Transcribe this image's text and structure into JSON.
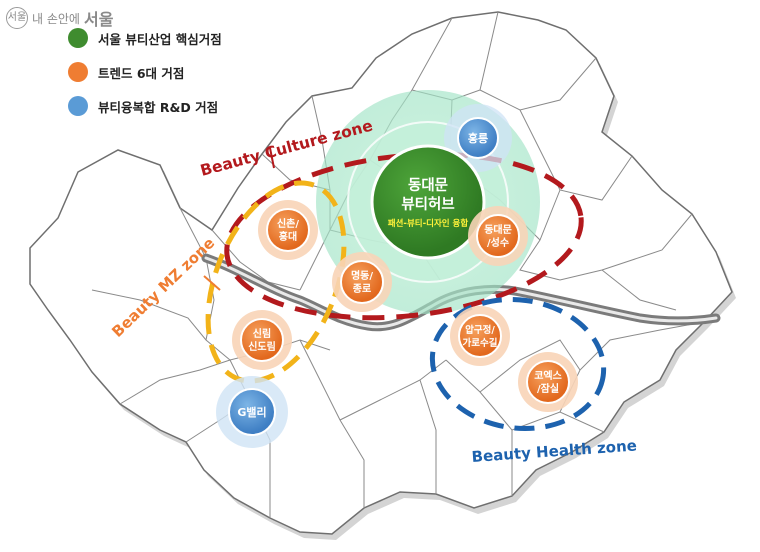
{
  "logo": {
    "seal": "서울",
    "small": "내 손안에",
    "big": "서울"
  },
  "legend": [
    {
      "label": "서울 뷰티산업 핵심거점",
      "color": "#3f8c2f"
    },
    {
      "label": "트렌드 6대 거점",
      "color": "#ef7d32"
    },
    {
      "label": "뷰티융복합 R&D 거점",
      "color": "#5a9bd6"
    }
  ],
  "hub": {
    "title_line1": "동대문",
    "title_line2": "뷰티허브",
    "subtitle": "패션-뷰티-디자인 융합"
  },
  "nodes": [
    {
      "name": "node-hongneung",
      "lines": [
        "홍릉"
      ],
      "type": "rnd"
    },
    {
      "name": "node-sinchon",
      "lines": [
        "신촌/",
        "홍대"
      ],
      "type": "trend"
    },
    {
      "name": "node-dongdaemun",
      "lines": [
        "동대문",
        "/성수"
      ],
      "type": "trend"
    },
    {
      "name": "node-myeongdong",
      "lines": [
        "명동/",
        "종로"
      ],
      "type": "trend"
    },
    {
      "name": "node-sillim",
      "lines": [
        "신림",
        "신도림"
      ],
      "type": "trend"
    },
    {
      "name": "node-apgujeong",
      "lines": [
        "압구정/",
        "가로수길"
      ],
      "type": "trend"
    },
    {
      "name": "node-coex",
      "lines": [
        "코엑스",
        "/잠실"
      ],
      "type": "trend"
    },
    {
      "name": "node-gvalley",
      "lines": [
        "G밸리"
      ],
      "type": "rnd"
    }
  ],
  "zones": {
    "culture": {
      "label": "Beauty Culture zone",
      "color": "#b3191d"
    },
    "mz": {
      "label": "Beauty MZ zone",
      "color": "#ef7d32"
    },
    "health": {
      "label": "Beauty Health zone",
      "color": "#1d62ae"
    }
  }
}
